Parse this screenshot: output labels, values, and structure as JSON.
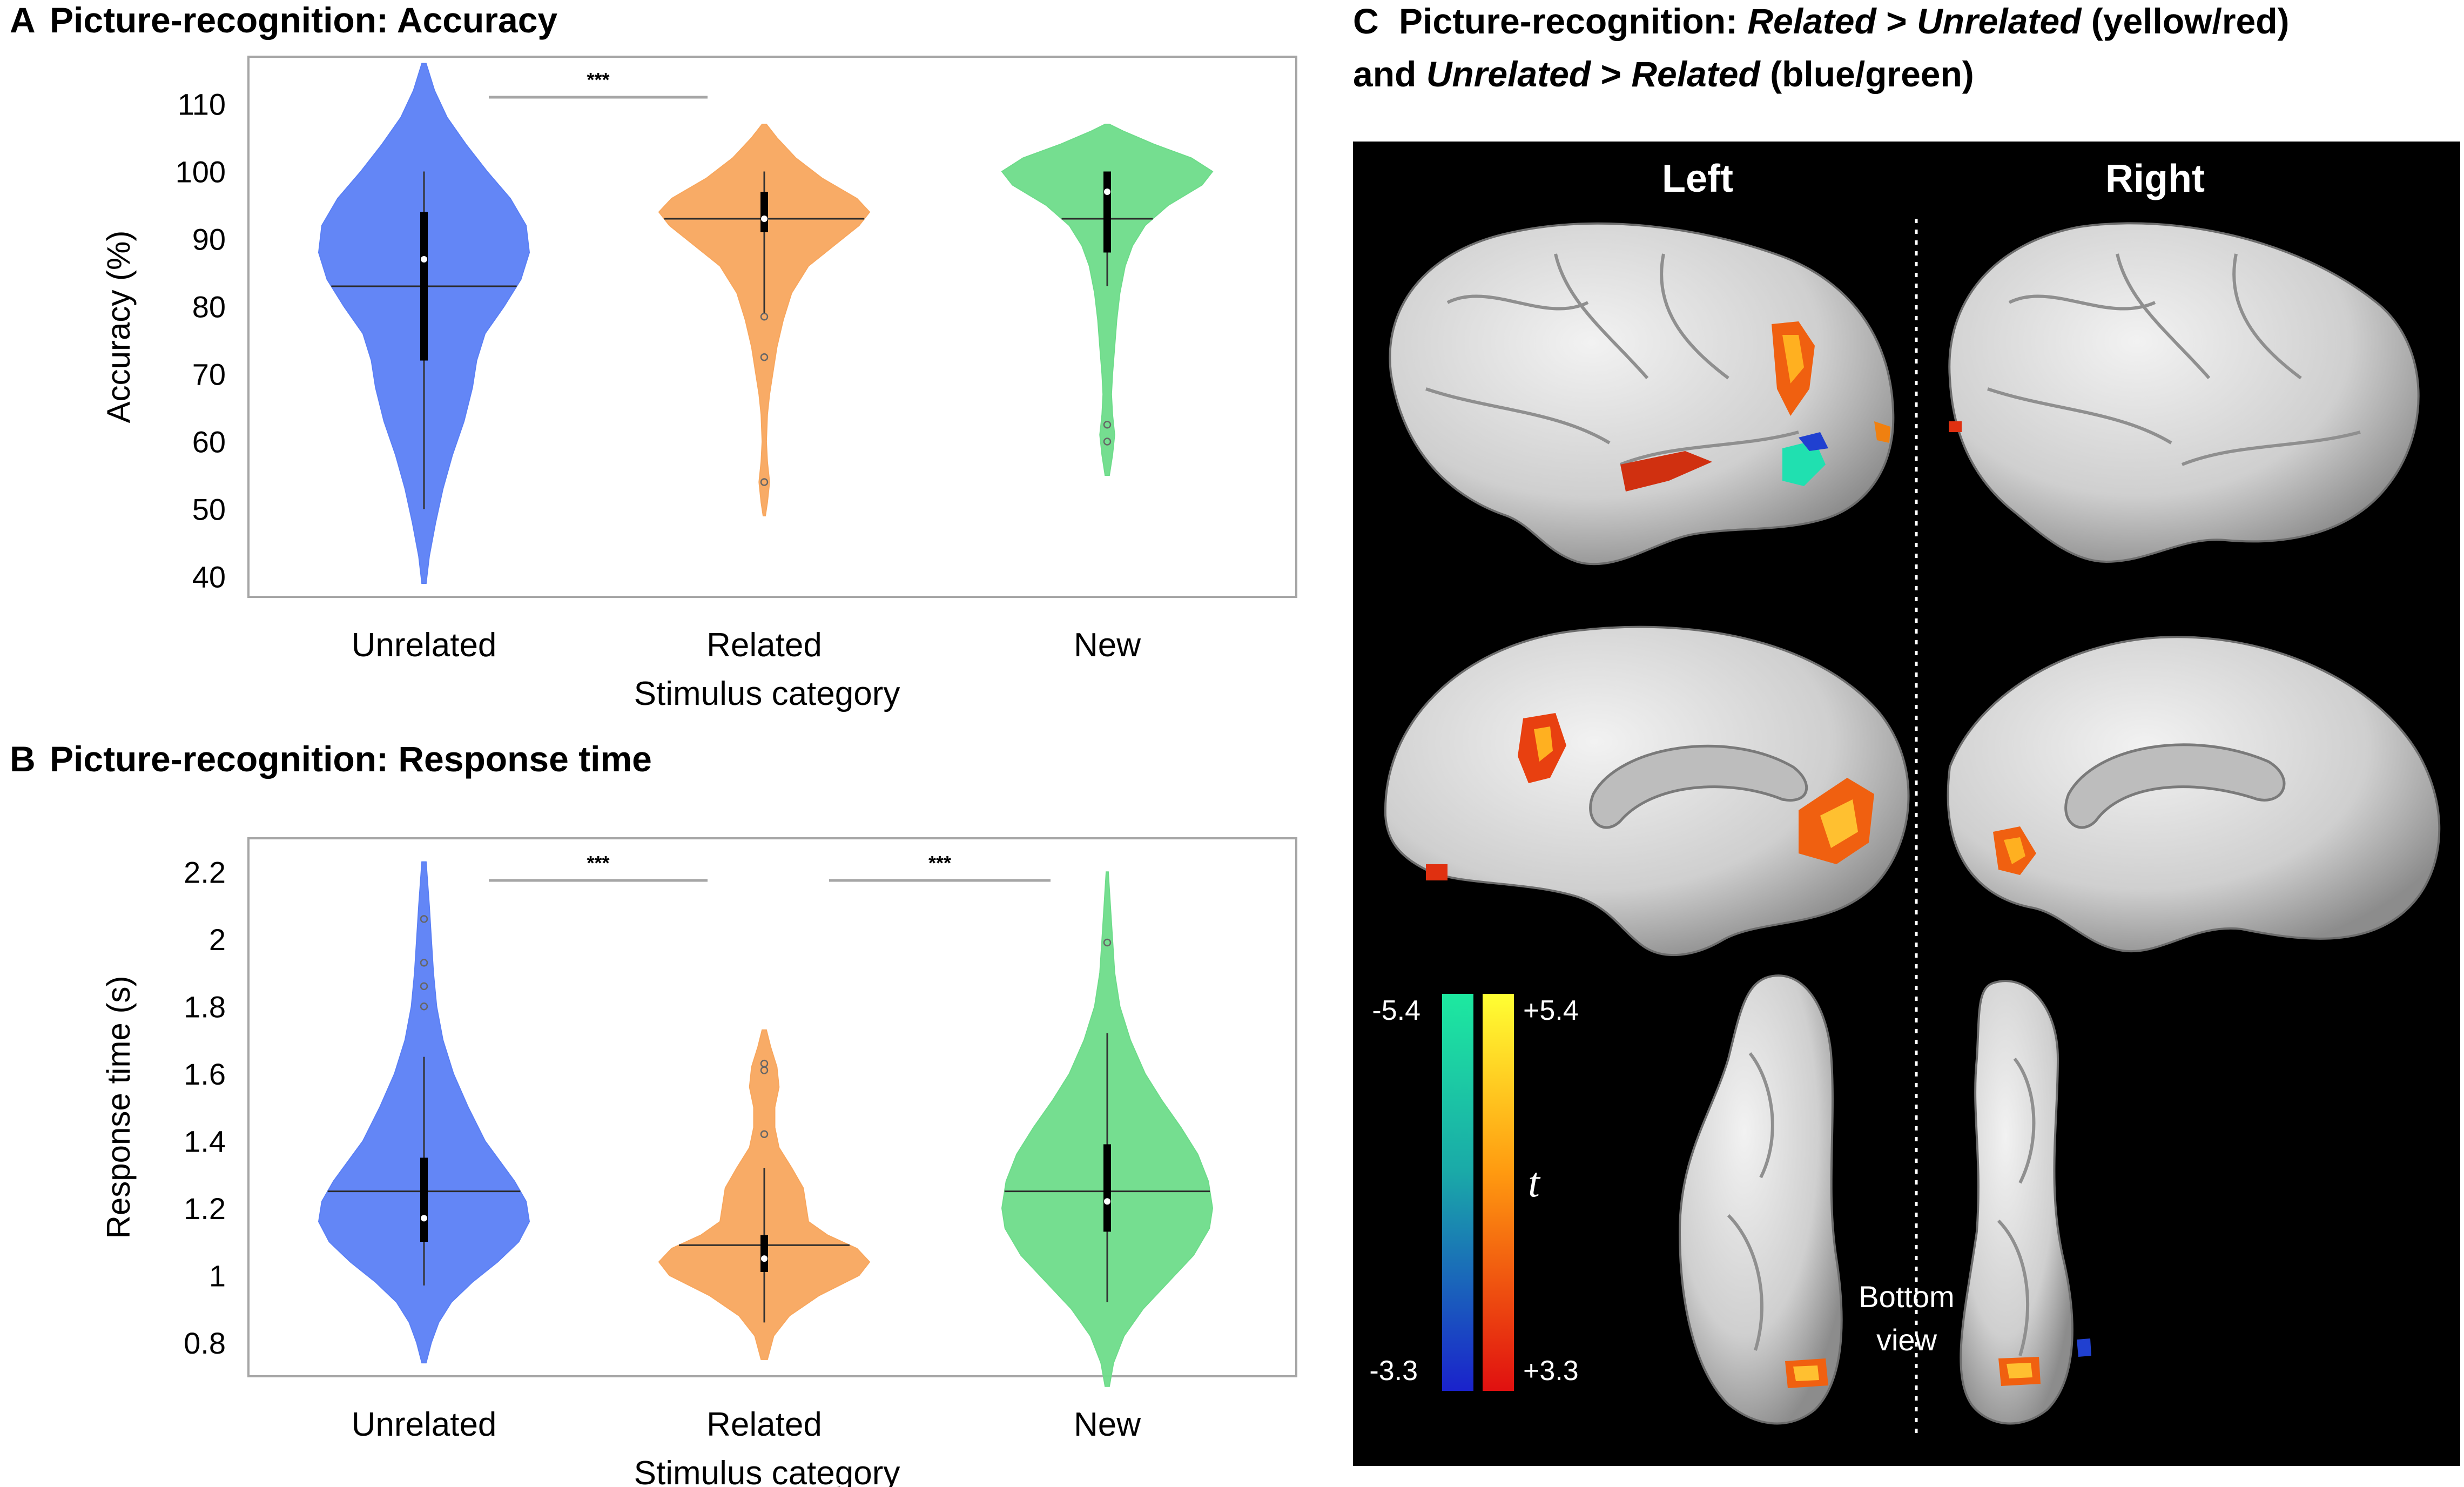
{
  "panel_a": {
    "letter": "A",
    "title": "Picture-recognition:  Accuracy"
  },
  "panel_b": {
    "letter": "B",
    "title": "Picture-recognition:  Response time"
  },
  "panel_c": {
    "letter": "C",
    "title_line1_prefix": "Picture-recognition:  ",
    "title_line1_related": "Related",
    "title_line1_gt": " > ",
    "title_line1_unrelated": "Unrelated",
    "title_line1_suffix": " (yellow/red)",
    "title_line2_prefix": "and ",
    "title_line2_unrelated": "Unrelated",
    "title_line2_gt": " > ",
    "title_line2_related": "Related",
    "title_line2_suffix": " (blue/green)",
    "left_label": "Left",
    "right_label": "Right",
    "bottom_view_label_1": "Bottom",
    "bottom_view_label_2": "view",
    "colorbar": {
      "neg_max": "-5.4",
      "neg_min": "-3.3",
      "pos_max": "+5.4",
      "pos_min": "+3.3",
      "symbol": "t"
    }
  },
  "colors": {
    "unrelated": "#5b80f5",
    "related": "#f8a75e",
    "new": "#6edc8a",
    "neg_top": "#1de9a0",
    "neg_bottom": "#1a22cc",
    "pos_top": "#ffff33",
    "pos_bottom": "#e01010"
  },
  "chart_data": [
    {
      "type": "violin",
      "title": "Picture-recognition:  Accuracy",
      "xlabel": "Stimulus category",
      "ylabel": "Accuracy (%)",
      "categories": [
        "Unrelated",
        "Related",
        "New"
      ],
      "ylim": [
        37,
        117
      ],
      "yticks": [
        40,
        50,
        60,
        70,
        80,
        90,
        100,
        110
      ],
      "grid": false,
      "significance": [
        {
          "from": "Unrelated",
          "to": "Related",
          "label": "***"
        }
      ],
      "series": [
        {
          "category": "Unrelated",
          "mean": 83,
          "median": 87,
          "q1": 72,
          "q3": 94,
          "whisker_low": 50,
          "whisker_high": 100,
          "range": [
            39,
            116
          ],
          "density": [
            [
              39,
              0.02
            ],
            [
              43,
              0.05
            ],
            [
              48,
              0.11
            ],
            [
              53,
              0.18
            ],
            [
              58,
              0.27
            ],
            [
              63,
              0.38
            ],
            [
              68,
              0.46
            ],
            [
              72,
              0.5
            ],
            [
              76,
              0.58
            ],
            [
              80,
              0.76
            ],
            [
              84,
              0.92
            ],
            [
              88,
              1.0
            ],
            [
              92,
              0.97
            ],
            [
              96,
              0.82
            ],
            [
              100,
              0.6
            ],
            [
              104,
              0.4
            ],
            [
              108,
              0.22
            ],
            [
              112,
              0.1
            ],
            [
              116,
              0.02
            ]
          ],
          "outliers": []
        },
        {
          "category": "Related",
          "mean": 93,
          "median": 93,
          "q1": 91,
          "q3": 97,
          "whisker_low": 79,
          "whisker_high": 100,
          "range": [
            49,
            107
          ],
          "density": [
            [
              49,
              0.01
            ],
            [
              51,
              0.03
            ],
            [
              54,
              0.05
            ],
            [
              57,
              0.03
            ],
            [
              60,
              0.02
            ],
            [
              64,
              0.03
            ],
            [
              67,
              0.05
            ],
            [
              70,
              0.08
            ],
            [
              74,
              0.12
            ],
            [
              78,
              0.18
            ],
            [
              82,
              0.26
            ],
            [
              86,
              0.42
            ],
            [
              89,
              0.66
            ],
            [
              92,
              0.9
            ],
            [
              94,
              1.0
            ],
            [
              96,
              0.88
            ],
            [
              99,
              0.55
            ],
            [
              102,
              0.3
            ],
            [
              105,
              0.12
            ],
            [
              107,
              0.02
            ]
          ],
          "outliers": [
            54,
            72.5,
            78.5
          ]
        },
        {
          "category": "New",
          "mean": 93,
          "median": 97,
          "q1": 88,
          "q3": 100,
          "whisker_low": 83,
          "whisker_high": 100,
          "range": [
            55,
            107
          ],
          "density": [
            [
              55,
              0.02
            ],
            [
              58,
              0.05
            ],
            [
              61,
              0.07
            ],
            [
              64,
              0.05
            ],
            [
              67,
              0.04
            ],
            [
              70,
              0.05
            ],
            [
              74,
              0.07
            ],
            [
              78,
              0.09
            ],
            [
              82,
              0.12
            ],
            [
              86,
              0.17
            ],
            [
              89,
              0.24
            ],
            [
              92,
              0.36
            ],
            [
              95,
              0.58
            ],
            [
              98,
              0.9
            ],
            [
              100,
              1.0
            ],
            [
              102,
              0.8
            ],
            [
              104,
              0.45
            ],
            [
              106,
              0.15
            ],
            [
              107,
              0.02
            ]
          ],
          "outliers": [
            60,
            62.5
          ]
        }
      ]
    },
    {
      "type": "violin",
      "title": "Picture-recognition:  Response time",
      "xlabel": "Stimulus category",
      "ylabel": "Response time (s)",
      "categories": [
        "Unrelated",
        "Related",
        "New"
      ],
      "ylim": [
        0.7,
        2.3
      ],
      "yticks": [
        0.8,
        1,
        1.2,
        1.4,
        1.6,
        1.8,
        2,
        2.2
      ],
      "grid": false,
      "significance": [
        {
          "from": "Unrelated",
          "to": "Related",
          "label": "***"
        },
        {
          "from": "Related",
          "to": "New",
          "label": "***"
        }
      ],
      "series": [
        {
          "category": "Unrelated",
          "mean": 1.25,
          "median": 1.17,
          "q1": 1.1,
          "q3": 1.35,
          "whisker_low": 0.97,
          "whisker_high": 1.65,
          "range": [
            0.74,
            2.23
          ],
          "density": [
            [
              0.74,
              0.02
            ],
            [
              0.8,
              0.07
            ],
            [
              0.86,
              0.14
            ],
            [
              0.92,
              0.26
            ],
            [
              0.98,
              0.46
            ],
            [
              1.04,
              0.7
            ],
            [
              1.1,
              0.9
            ],
            [
              1.16,
              1.0
            ],
            [
              1.22,
              0.97
            ],
            [
              1.28,
              0.86
            ],
            [
              1.34,
              0.72
            ],
            [
              1.4,
              0.58
            ],
            [
              1.5,
              0.42
            ],
            [
              1.6,
              0.28
            ],
            [
              1.7,
              0.18
            ],
            [
              1.8,
              0.12
            ],
            [
              1.9,
              0.09
            ],
            [
              2.0,
              0.07
            ],
            [
              2.1,
              0.05
            ],
            [
              2.23,
              0.02
            ]
          ],
          "outliers": [
            1.8,
            1.86,
            1.93,
            2.06
          ]
        },
        {
          "category": "Related",
          "mean": 1.09,
          "median": 1.05,
          "q1": 1.01,
          "q3": 1.12,
          "whisker_low": 0.86,
          "whisker_high": 1.32,
          "range": [
            0.75,
            1.73
          ],
          "density": [
            [
              0.75,
              0.03
            ],
            [
              0.82,
              0.09
            ],
            [
              0.88,
              0.24
            ],
            [
              0.94,
              0.52
            ],
            [
              1.0,
              0.9
            ],
            [
              1.04,
              1.0
            ],
            [
              1.08,
              0.88
            ],
            [
              1.12,
              0.6
            ],
            [
              1.16,
              0.42
            ],
            [
              1.2,
              0.4
            ],
            [
              1.26,
              0.37
            ],
            [
              1.32,
              0.26
            ],
            [
              1.38,
              0.14
            ],
            [
              1.44,
              0.1
            ],
            [
              1.5,
              0.1
            ],
            [
              1.56,
              0.14
            ],
            [
              1.62,
              0.12
            ],
            [
              1.68,
              0.06
            ],
            [
              1.73,
              0.02
            ]
          ],
          "outliers": [
            1.42,
            1.61,
            1.63
          ]
        },
        {
          "category": "New",
          "mean": 1.25,
          "median": 1.22,
          "q1": 1.13,
          "q3": 1.39,
          "whisker_low": 0.92,
          "whisker_high": 1.72,
          "range": [
            0.67,
            2.2
          ],
          "density": [
            [
              0.67,
              0.02
            ],
            [
              0.74,
              0.06
            ],
            [
              0.82,
              0.16
            ],
            [
              0.9,
              0.34
            ],
            [
              0.98,
              0.58
            ],
            [
              1.06,
              0.82
            ],
            [
              1.14,
              0.97
            ],
            [
              1.2,
              1.0
            ],
            [
              1.28,
              0.96
            ],
            [
              1.36,
              0.86
            ],
            [
              1.44,
              0.7
            ],
            [
              1.52,
              0.52
            ],
            [
              1.6,
              0.36
            ],
            [
              1.7,
              0.22
            ],
            [
              1.8,
              0.12
            ],
            [
              1.9,
              0.07
            ],
            [
              2.0,
              0.05
            ],
            [
              2.1,
              0.03
            ],
            [
              2.2,
              0.01
            ]
          ],
          "outliers": [
            1.99
          ]
        }
      ]
    }
  ]
}
